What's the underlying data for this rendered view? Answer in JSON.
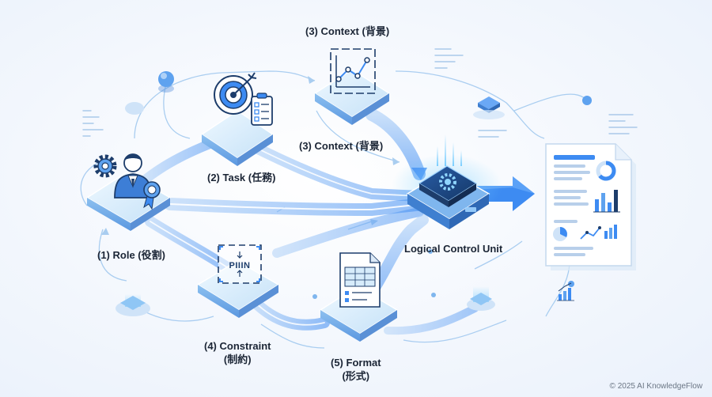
{
  "labels": {
    "context_top": "(3) Context (背景)",
    "context_mid": "(3) Context (背景)",
    "task": "(2) Task (任務)",
    "role": "(1) Role (役割)",
    "logical_unit": "Logical Control Unit",
    "constraint_line1": "(4) Constraint",
    "constraint_line2": "(制約)",
    "format_line1": "(5) Format",
    "format_line2": "(形式)"
  },
  "constraint_box_text": "PIIIN",
  "footer": "© 2025 AI KnowledgeFlow",
  "colors": {
    "accent": "#3d8bf2",
    "flow": "#6aa8f5",
    "tile_top": "#d7ecfb",
    "tile_side": "#7fb6ee",
    "navy": "#1d3d6b"
  }
}
